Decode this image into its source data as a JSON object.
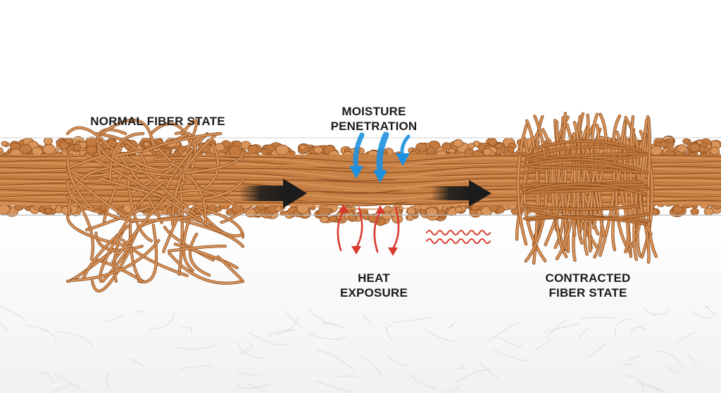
{
  "labels": {
    "normal": [
      "NORMAL FIBER STATE"
    ],
    "moisture": [
      "MOISTURE",
      "PENETRATION"
    ],
    "heat": [
      "HEAT",
      "EXPOSURE"
    ],
    "contracted": [
      "CONTRACTED",
      "FIBER STATE"
    ]
  },
  "colors": {
    "fiber_light": "#d9945a",
    "fiber_mid": "#c47a3e",
    "fiber_dark": "#8a4d20",
    "moisture": "#1e90e0",
    "heat": "#d83a2e",
    "arrow": "#1c1c1c",
    "label": "#1a1a1a"
  }
}
